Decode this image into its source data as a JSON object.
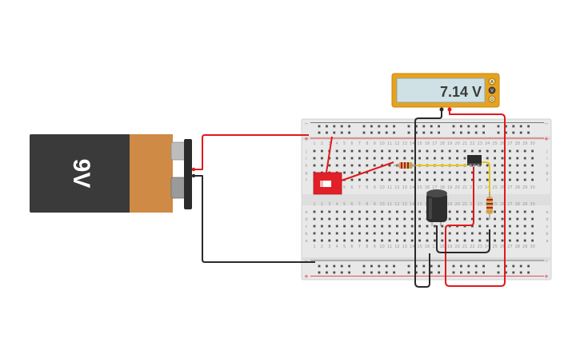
{
  "battery": {
    "label": "9V"
  },
  "multimeter": {
    "reading": "7.14 V",
    "mode_icons": [
      "A",
      "V",
      "Ω"
    ]
  },
  "breadboard": {
    "rows_upper": [
      "j",
      "i",
      "h",
      "g",
      "f"
    ],
    "rows_lower": [
      "e",
      "d",
      "c",
      "b",
      "a"
    ],
    "columns": [
      "1",
      "2",
      "3",
      "4",
      "5",
      "6",
      "7",
      "8",
      "9",
      "10",
      "11",
      "12",
      "13",
      "14",
      "15",
      "16",
      "17",
      "18",
      "19",
      "20",
      "21",
      "22",
      "23",
      "24",
      "25",
      "26",
      "27",
      "28",
      "29",
      "30"
    ],
    "rail_labels": {
      "minus": "−",
      "plus": "+"
    }
  },
  "colors": {
    "wire_red": "#e0191b",
    "wire_black": "#2a2a2a",
    "wire_yellow": "#e8c71a",
    "meter_body": "#e7a21d",
    "meter_screen": "#cfe1e4",
    "battery_top": "#cf8a45",
    "battery_body": "#3a3a3a",
    "switch_red": "#e22028",
    "breadboard": "#e6e6e6"
  }
}
